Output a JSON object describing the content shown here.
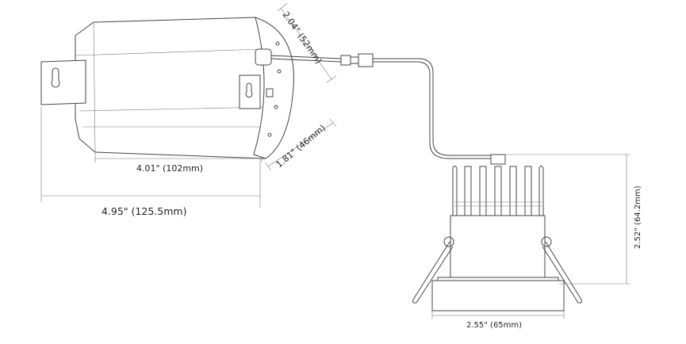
{
  "dimensions": {
    "driver_diameter": "2.04\" (52mm)",
    "driver_face": "1.81\" (46mm)",
    "driver_body_length": "4.01\" (102mm)",
    "driver_overall_length": "4.95\" (125.5mm)",
    "light_height": "2.52\" (64.2mm)",
    "light_width": "2.55\" (65mm)"
  },
  "colors": {
    "line": "#444444",
    "text": "#222222",
    "background": "#ffffff"
  }
}
